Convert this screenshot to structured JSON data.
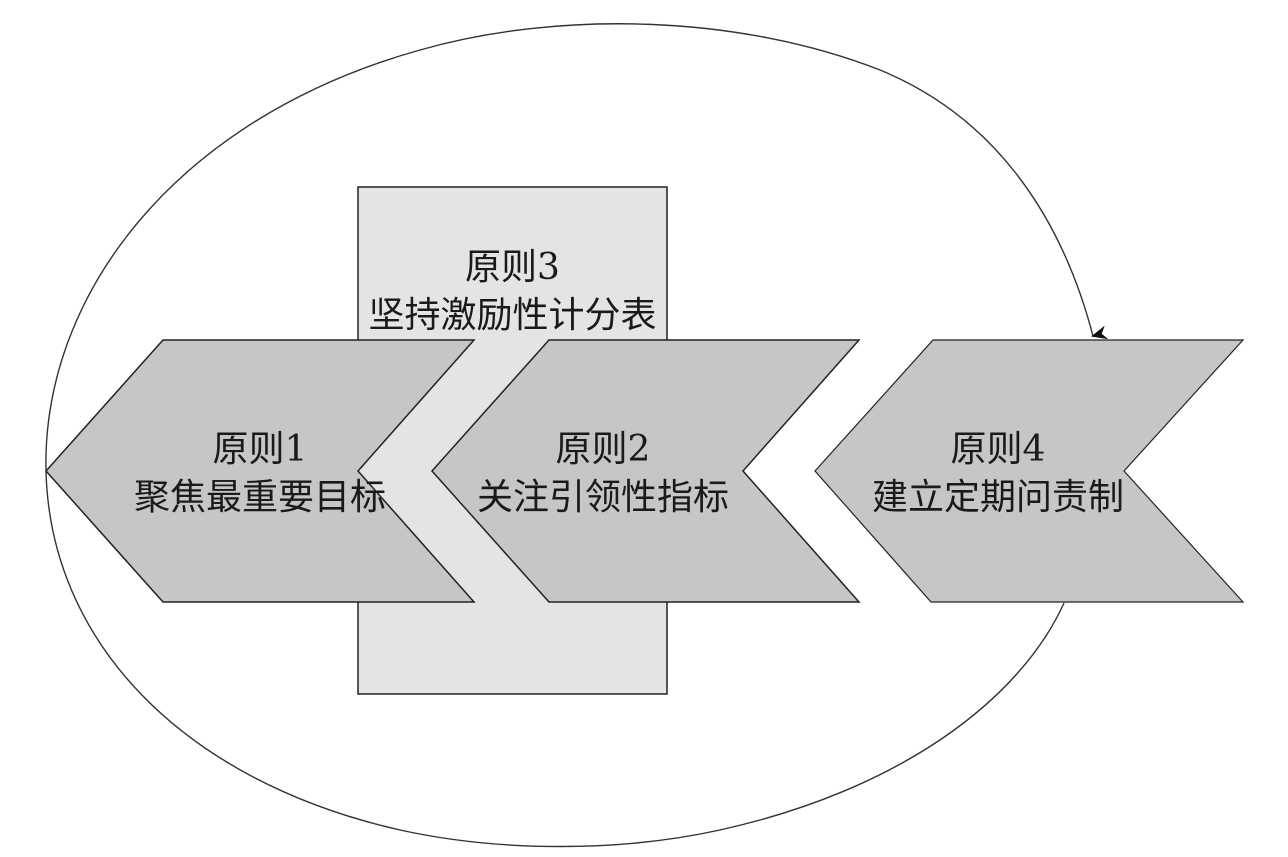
{
  "diagram": {
    "colors": {
      "background": "#ffffff",
      "chevron_fill": "#c6c6c6",
      "rect_fill": "#e4e4e4",
      "stroke": "#222222"
    },
    "cycle_arrow": {
      "description": "ellipse loop arrow encircling all principles, ending with an arrowhead pointing down onto Principle 4"
    },
    "principles": [
      {
        "id": 1,
        "title": "原则1",
        "subtitle": "聚焦最重要目标",
        "shape": "chevron"
      },
      {
        "id": 2,
        "title": "原则2",
        "subtitle": "关注引领性指标",
        "shape": "chevron"
      },
      {
        "id": 3,
        "title": "原则3",
        "subtitle": "坚持激励性计分表",
        "shape": "background-rectangle"
      },
      {
        "id": 4,
        "title": "原则4",
        "subtitle": "建立定期问责制",
        "shape": "chevron"
      }
    ]
  }
}
